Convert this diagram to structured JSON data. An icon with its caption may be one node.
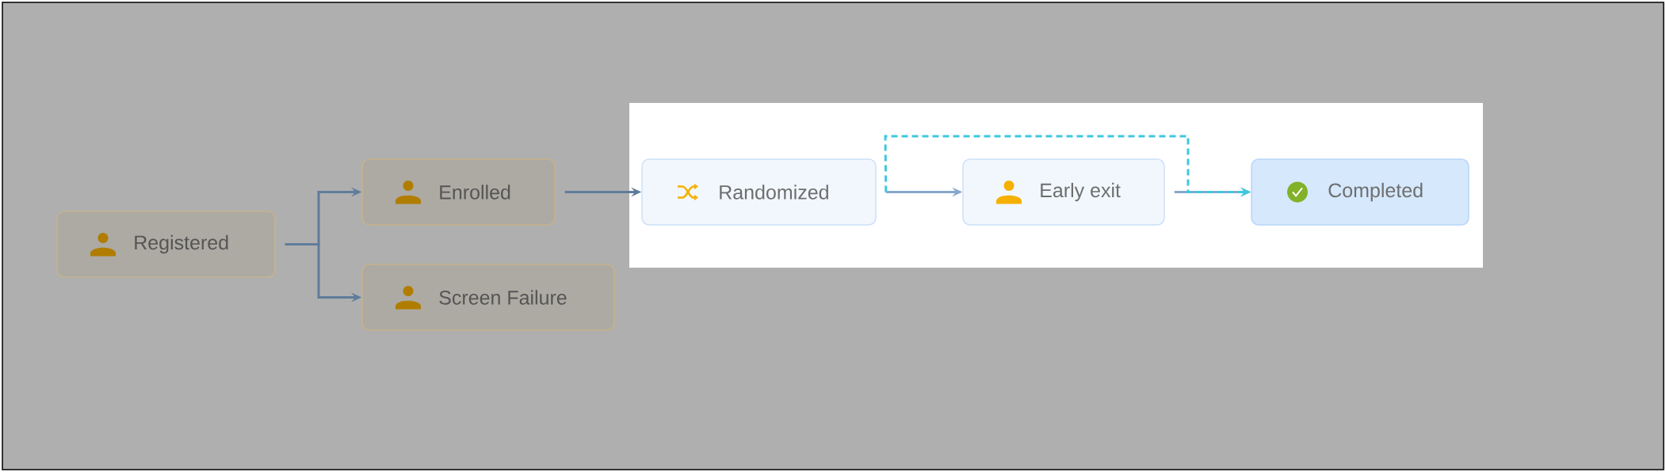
{
  "diagram": {
    "nodes": [
      {
        "text": [
          "Registered"
        ]
      },
      {
        "text": [
          "Enrolled"
        ]
      },
      {
        "text": [
          "Screen Failure"
        ]
      },
      {
        "text": [
          "Randomized"
        ]
      },
      {
        "text": [
          "Early exit"
        ]
      },
      {
        "text": [
          "Completed"
        ]
      }
    ],
    "edges": [
      {
        "from": 0,
        "to": 1,
        "arrow": "to"
      },
      {
        "from": 0,
        "to": 2,
        "arrow": "to"
      },
      {
        "from": 1,
        "to": 3,
        "arrow": "to"
      },
      {
        "from": 3,
        "to": 4,
        "arrow": "to",
        "color": "#88a8cc"
      },
      {
        "from": 4,
        "to": 5,
        "arrow": "to",
        "color": "#88a8cc"
      },
      {
        "from": 3,
        "to": 5,
        "arrow": "to",
        "style": "dashed",
        "color": "#3ec8de"
      }
    ]
  }
}
